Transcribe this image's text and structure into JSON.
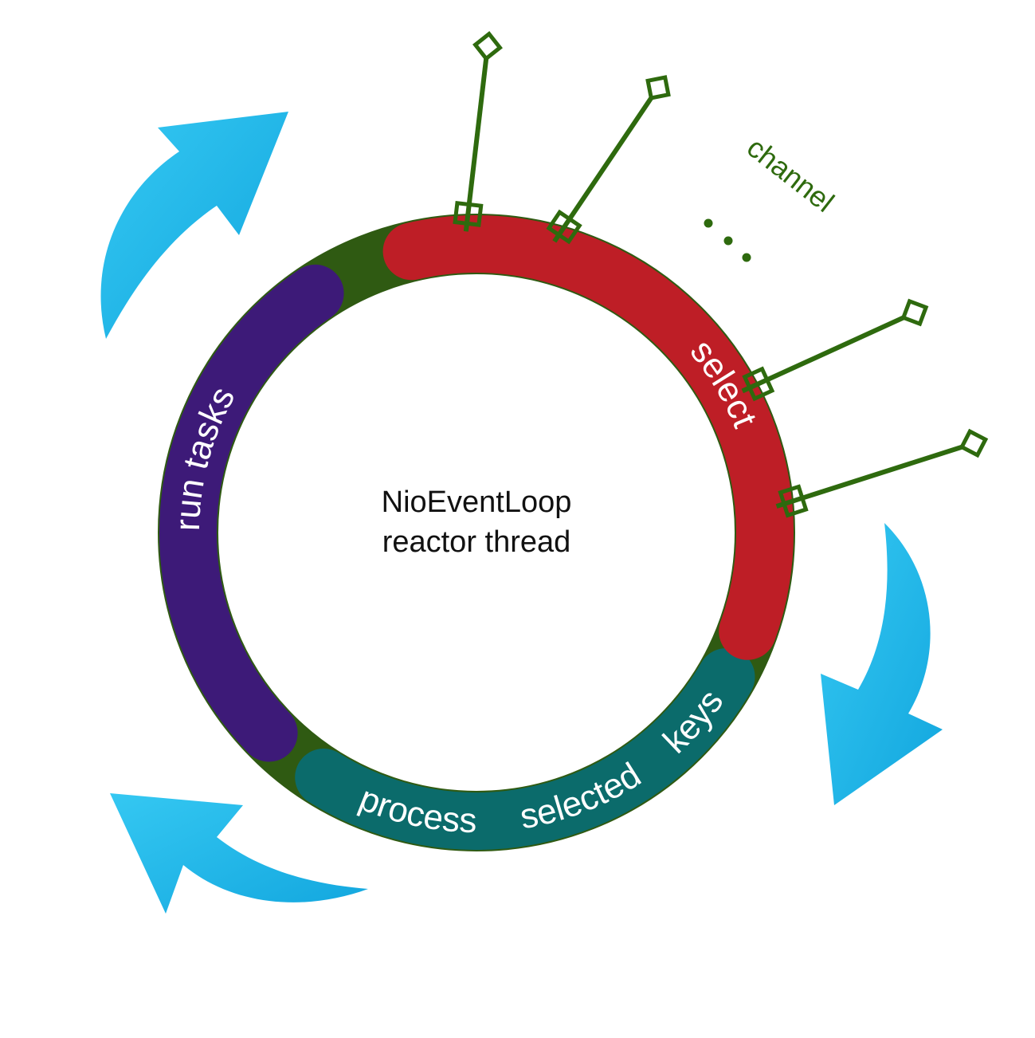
{
  "center": {
    "line1": "NioEventLoop",
    "line2": "reactor thread"
  },
  "segments": {
    "select": "select",
    "run_tasks": "run tasks",
    "process": "process",
    "selected": "selected",
    "keys": "keys"
  },
  "channel_label": "channel",
  "colors": {
    "select": "#be1e26",
    "run_tasks": "#3d1a78",
    "process_selected_keys": "#0b6b6b",
    "ring_background": "#2f5a12",
    "channel_green": "#2e6a0e",
    "arrow_blue": "#1fb5e8"
  }
}
